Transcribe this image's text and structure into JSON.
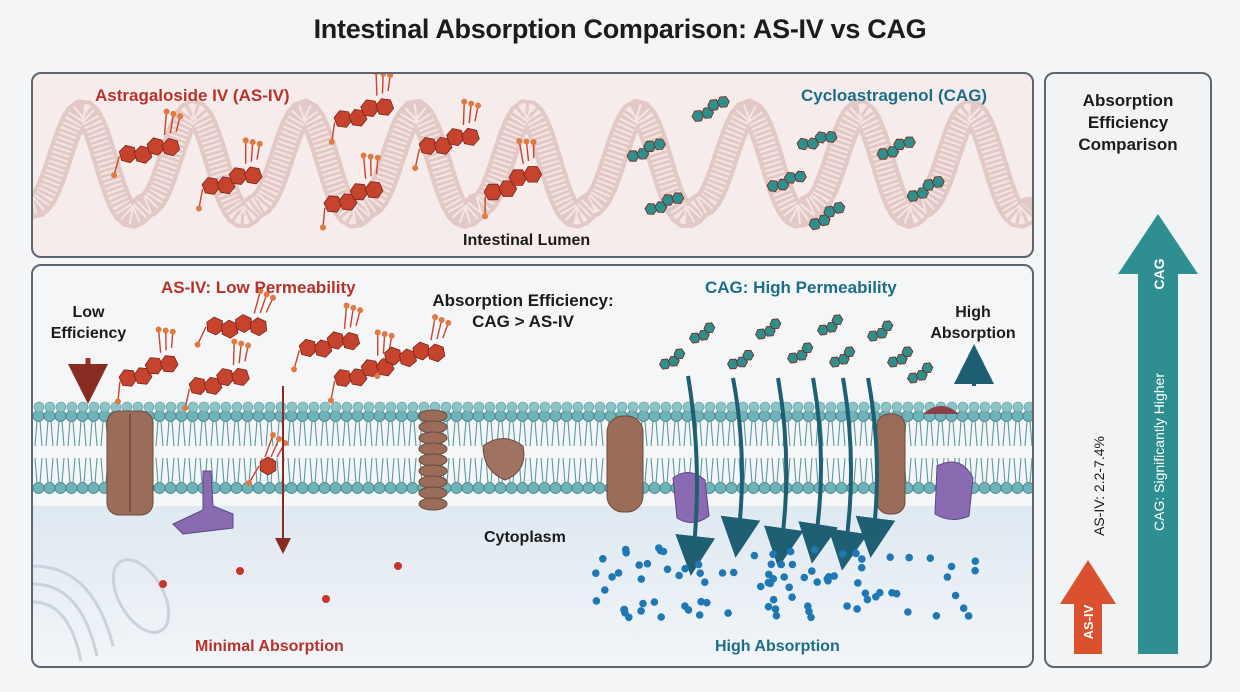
{
  "title": "Intestinal Absorption Comparison: AS-IV vs CAG",
  "lumen": {
    "asiv_name": "Astragaloside IV (AS-IV)",
    "cag_name": "Cycloastragenol (CAG)",
    "label": "Intestinal Lumen"
  },
  "membrane": {
    "asiv_heading": "AS-IV: Low Permeability",
    "low_efficiency_line1": "Low",
    "low_efficiency_line2": "Efficiency",
    "efficiency_line1": "Absorption Efficiency:",
    "efficiency_line2": "CAG > AS-IV",
    "cag_heading": "CAG: High Permeability",
    "high_absorption_line1": "High",
    "high_absorption_line2": "Absorption",
    "cytoplasm": "Cytoplasm",
    "minimal_absorption": "Minimal Absorption",
    "high_absorption_bottom": "High Absorption"
  },
  "comparison": {
    "heading_line1": "Absorption",
    "heading_line2": "Efficiency",
    "heading_line3": "Comparison",
    "asiv_bar_label": "AS-IV",
    "asiv_value_label": "AS-IV: 2.2-7.4%",
    "cag_bar_label": "CAG",
    "cag_value_label": "CAG: Significantly Higher"
  },
  "colors": {
    "asiv": "#c6442e",
    "cag": "#2e8f8c",
    "cag_arrow": "#1f5f73",
    "membrane": "#6fb3b8",
    "protein": "#9c6c5a",
    "receptor": "#8a6ab0"
  }
}
